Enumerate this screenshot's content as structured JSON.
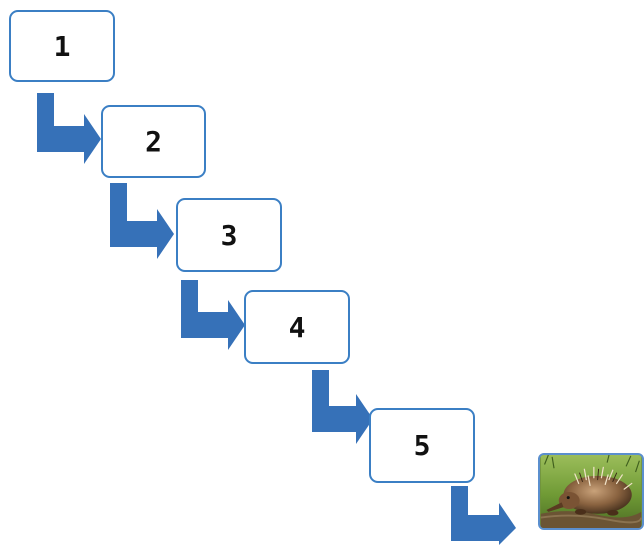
{
  "diagram": {
    "steps": [
      {
        "label": "1"
      },
      {
        "label": "2"
      },
      {
        "label": "3"
      },
      {
        "label": "4"
      },
      {
        "label": "5"
      }
    ],
    "connector_color": "#3671b8",
    "box_border_color": "#3b7fc4",
    "final_image": {
      "subject": "echidna photo",
      "icon": "echidna-image"
    }
  }
}
